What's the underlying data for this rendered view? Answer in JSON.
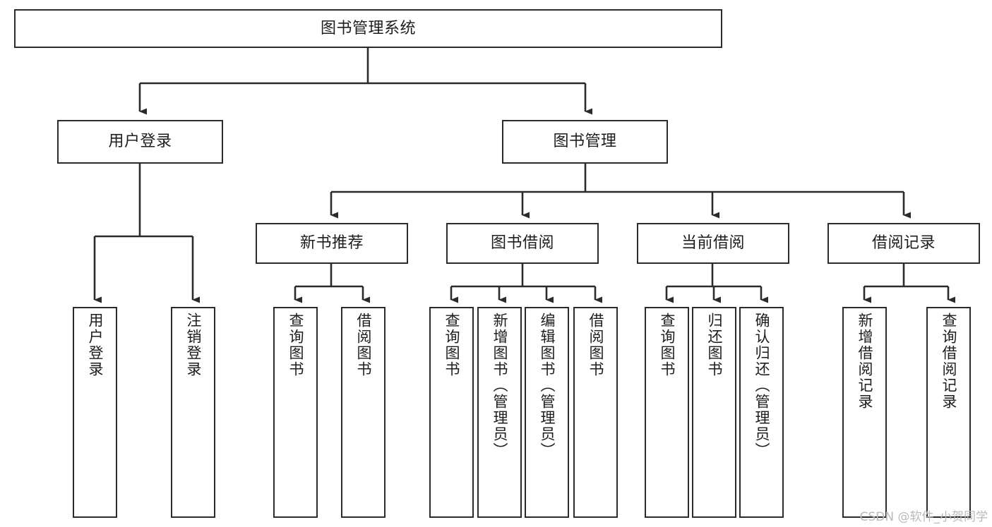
{
  "diagram": {
    "type": "tree",
    "title": "图书管理系统",
    "watermark": "CSDN @软件_小贺同学",
    "colors": {
      "stroke": "#2b2b2b",
      "fill": "#ffffff",
      "text": "#1d1d1d",
      "watermark": "#b9b9b9"
    },
    "levels": {
      "root": "图书管理系统",
      "level2": [
        "用户登录",
        "图书管理"
      ],
      "level3": [
        "新书推荐",
        "图书借阅",
        "当前借阅",
        "借阅记录"
      ]
    },
    "nodes": {
      "root": {
        "label": "图书管理系统"
      },
      "user_login": {
        "label": "用户登录"
      },
      "book_manage": {
        "label": "图书管理"
      },
      "new_book_rec": {
        "label": "新书推荐"
      },
      "book_borrow": {
        "label": "图书借阅"
      },
      "current_borrow": {
        "label": "当前借阅"
      },
      "borrow_record": {
        "label": "借阅记录"
      },
      "leaf_user_login": {
        "label": "用户登录"
      },
      "leaf_user_logout": {
        "label": "注销登录"
      },
      "leaf_query_book_1": {
        "label": "查询图书"
      },
      "leaf_borrow_book_1": {
        "label": "借阅图书"
      },
      "leaf_query_book_2": {
        "label": "查询图书"
      },
      "leaf_add_book": {
        "label": "新增图书（管理员）"
      },
      "leaf_edit_book": {
        "label": "编辑图书（管理员）"
      },
      "leaf_borrow_book_2": {
        "label": "借阅图书"
      },
      "leaf_query_book_3": {
        "label": "查询图书"
      },
      "leaf_return_book": {
        "label": "归还图书"
      },
      "leaf_confirm_return": {
        "label": "确认归还（管理员）"
      },
      "leaf_add_record": {
        "label": "新增借阅记录"
      },
      "leaf_query_record": {
        "label": "查询借阅记录"
      }
    },
    "edges": [
      {
        "from": "root",
        "to": "user_login"
      },
      {
        "from": "root",
        "to": "book_manage"
      },
      {
        "from": "user_login",
        "to": "leaf_user_login"
      },
      {
        "from": "user_login",
        "to": "leaf_user_logout"
      },
      {
        "from": "book_manage",
        "to": "new_book_rec"
      },
      {
        "from": "book_manage",
        "to": "book_borrow"
      },
      {
        "from": "book_manage",
        "to": "current_borrow"
      },
      {
        "from": "book_manage",
        "to": "borrow_record"
      },
      {
        "from": "new_book_rec",
        "to": "leaf_query_book_1"
      },
      {
        "from": "new_book_rec",
        "to": "leaf_borrow_book_1"
      },
      {
        "from": "book_borrow",
        "to": "leaf_query_book_2"
      },
      {
        "from": "book_borrow",
        "to": "leaf_add_book"
      },
      {
        "from": "book_borrow",
        "to": "leaf_edit_book"
      },
      {
        "from": "book_borrow",
        "to": "leaf_borrow_book_2"
      },
      {
        "from": "current_borrow",
        "to": "leaf_query_book_3"
      },
      {
        "from": "current_borrow",
        "to": "leaf_return_book"
      },
      {
        "from": "current_borrow",
        "to": "leaf_confirm_return"
      },
      {
        "from": "borrow_record",
        "to": "leaf_add_record"
      },
      {
        "from": "borrow_record",
        "to": "leaf_query_record"
      }
    ]
  }
}
